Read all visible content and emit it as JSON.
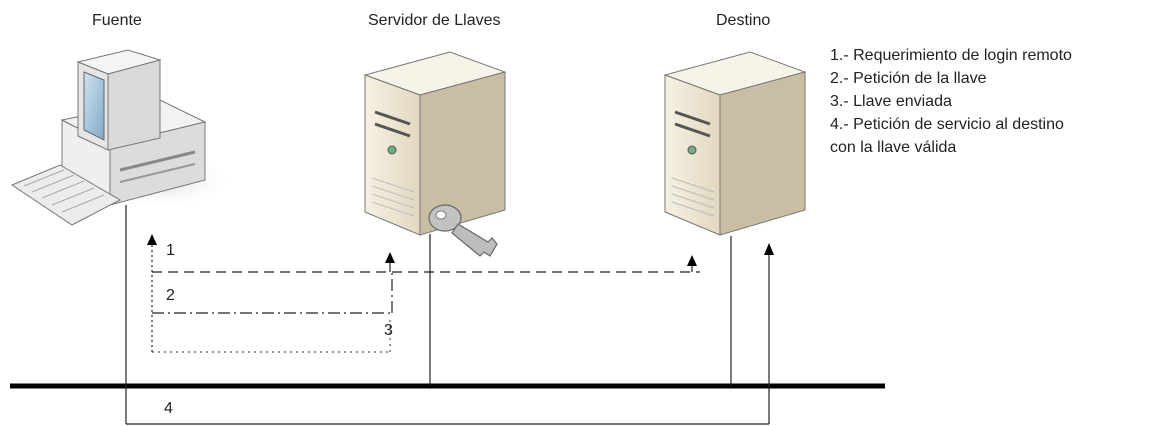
{
  "nodes": {
    "source": "Fuente",
    "key_server": "Servidor de Llaves",
    "destination": "Destino"
  },
  "legend": [
    "1.- Requerimiento de login remoto",
    "2.- Petición de la llave",
    "3.- Llave enviada",
    "4.- Petición de servicio al destino",
    "con la llave válida"
  ],
  "step_labels": [
    "1",
    "2",
    "3",
    "4"
  ],
  "icons": {
    "source": "desktop-computer-icon",
    "key_server": "tower-server-icon",
    "key": "key-icon",
    "destination": "tower-server-icon"
  },
  "colors": {
    "line": "#111111",
    "server_body": "#efe8d6",
    "server_side": "#c8bda2",
    "monitor_body": "#e8e8e8",
    "screen": "#9fc3dd",
    "key": "#b9b9b9"
  }
}
